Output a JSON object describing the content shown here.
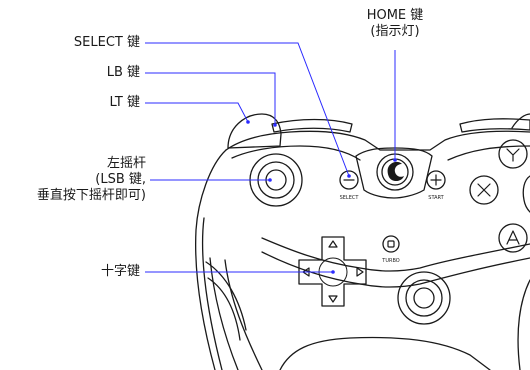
{
  "labels": {
    "home_line1": "HOME 键",
    "home_line2": "(指示灯)",
    "select": "SELECT 键",
    "lb": "LB 键",
    "lt": "LT 键",
    "lsb_line1": "左摇杆",
    "lsb_line2": "(LSB 键,",
    "lsb_line3": "垂直按下摇杆即可)",
    "dpad": "十字键"
  },
  "controller_marks": {
    "select": "SELECT",
    "start": "START",
    "turbo": "TURBO"
  },
  "colors": {
    "line": "#1a1a1a",
    "leader": "#2b2bff"
  }
}
